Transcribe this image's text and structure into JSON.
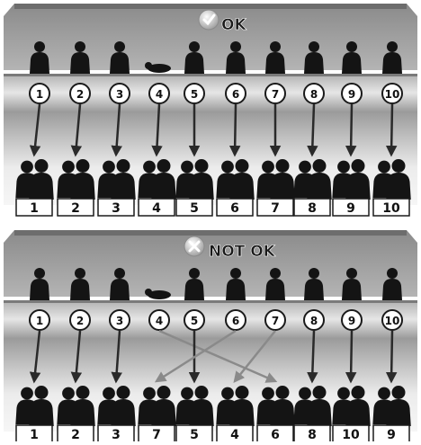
{
  "panels": [
    {
      "id": "ok",
      "status": "ok",
      "title": "OK",
      "top_numbers": [
        "1",
        "2",
        "3",
        "4",
        "5",
        "6",
        "7",
        "8",
        "9",
        "10"
      ],
      "bottom_labels": [
        "1",
        "2",
        "3",
        "4",
        "5",
        "6",
        "7",
        "8",
        "9",
        "10"
      ],
      "mapping": [
        1,
        2,
        3,
        4,
        5,
        6,
        7,
        8,
        9,
        10
      ]
    },
    {
      "id": "not-ok",
      "status": "not-ok",
      "title": "NOT OK",
      "top_numbers": [
        "1",
        "2",
        "3",
        "4",
        "5",
        "6",
        "7",
        "8",
        "9",
        "10"
      ],
      "bottom_labels": [
        "1",
        "2",
        "3",
        "7",
        "5",
        "4",
        "6",
        "8",
        "10",
        "9"
      ],
      "mapping": [
        1,
        2,
        3,
        6,
        5,
        7,
        4,
        8,
        10,
        9
      ]
    }
  ],
  "colors": {
    "silhouette": "#141414",
    "arrow_straight": "#2a2a2a",
    "arrow_crossed": "#8a8a8a",
    "banner_dark": "#7d7d7d",
    "banner_light": "#dcdcdc",
    "icon_ok": "#b9b9b9",
    "icon_not_ok": "#b9b9b9"
  }
}
